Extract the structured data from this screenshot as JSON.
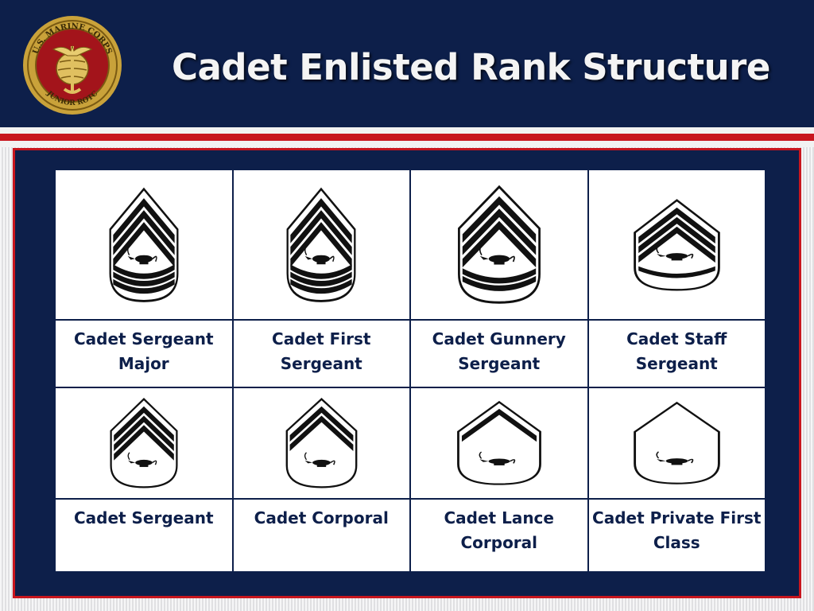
{
  "header": {
    "title": "Cadet Enlisted Rank Structure",
    "logo": {
      "ring_text_top": "U.S. MARINE CORPS",
      "ring_text_bottom": "JUNIOR ROTC",
      "icon": "eagle-globe-anchor-emblem"
    }
  },
  "colors": {
    "navy": "#0d1f4a",
    "red": "#c8161e",
    "gold": "#c9a23a",
    "white": "#ffffff"
  },
  "ranks": [
    {
      "label": "Cadet Sergeant Major",
      "chevrons": 3,
      "rockers": 3,
      "icon": "lamp-of-knowledge-icon"
    },
    {
      "label": "Cadet First Sergeant",
      "chevrons": 3,
      "rockers": 3,
      "icon": "lamp-of-knowledge-icon"
    },
    {
      "label": "Cadet Gunnery Sergeant",
      "chevrons": 3,
      "rockers": 2,
      "icon": "lamp-of-knowledge-icon"
    },
    {
      "label": "Cadet Staff Sergeant",
      "chevrons": 3,
      "rockers": 1,
      "icon": "lamp-of-knowledge-icon"
    },
    {
      "label": "Cadet Sergeant",
      "chevrons": 3,
      "rockers": 0,
      "icon": "lamp-of-knowledge-icon"
    },
    {
      "label": "Cadet Corporal",
      "chevrons": 2,
      "rockers": 0,
      "icon": "lamp-of-knowledge-icon"
    },
    {
      "label": "Cadet Lance Corporal",
      "chevrons": 1,
      "rockers": 0,
      "icon": "lamp-of-knowledge-icon"
    },
    {
      "label": "Cadet Private First Class",
      "chevrons": 0,
      "rockers": 0,
      "icon": "lamp-of-knowledge-icon"
    }
  ]
}
